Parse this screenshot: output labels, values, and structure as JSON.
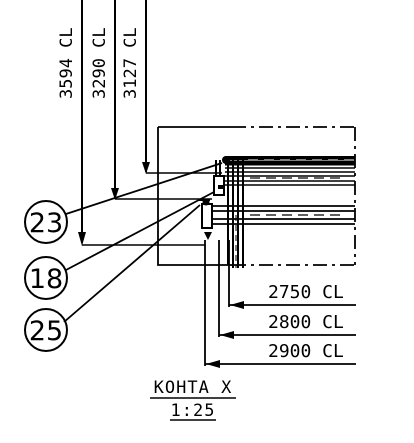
{
  "elevations": [
    "3594 CL",
    "3290 CL",
    "3127 CL"
  ],
  "callouts": [
    "23",
    "18",
    "25"
  ],
  "dimensions": [
    "2750 CL",
    "2800 CL",
    "2900 CL"
  ],
  "view": {
    "title": "КОНТА Х",
    "scale": "1:25"
  }
}
